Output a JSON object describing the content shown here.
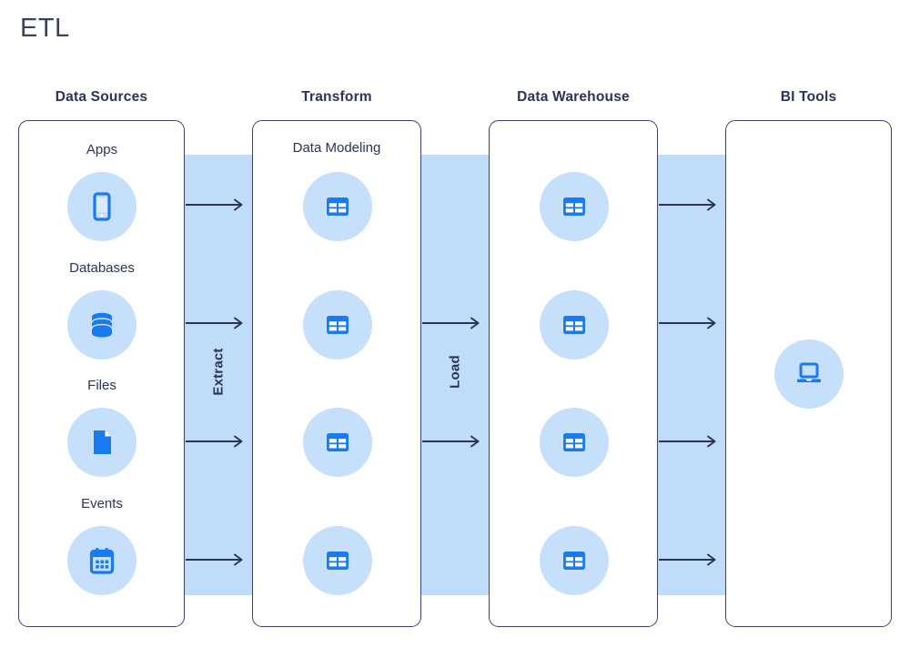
{
  "title": "ETL",
  "theme": {
    "band_blue": "#bfdcfb",
    "bubble_blue": "#c6e0fb",
    "icon_blue": "#1a7af0",
    "outline_navy": "#3a4268",
    "text_navy": "#2b3356",
    "title_gray": "#3c4257",
    "background": "#ffffff"
  },
  "columns": [
    {
      "header": "Data Sources",
      "card_title": null,
      "nodes": [
        {
          "label": "Apps",
          "icon": "mobile-phone-icon"
        },
        {
          "label": "Databases",
          "icon": "database-icon"
        },
        {
          "label": "Files",
          "icon": "file-document-icon"
        },
        {
          "label": "Events",
          "icon": "calendar-icon"
        }
      ]
    },
    {
      "header": "Transform",
      "card_title": "Data Modeling",
      "nodes": [
        {
          "label": "",
          "icon": "table-grid-icon"
        },
        {
          "label": "",
          "icon": "table-grid-icon"
        },
        {
          "label": "",
          "icon": "table-grid-icon"
        },
        {
          "label": "",
          "icon": "table-grid-icon"
        }
      ]
    },
    {
      "header": "Data Warehouse",
      "card_title": null,
      "nodes": [
        {
          "label": "",
          "icon": "table-grid-icon"
        },
        {
          "label": "",
          "icon": "table-grid-icon"
        },
        {
          "label": "",
          "icon": "table-grid-icon"
        },
        {
          "label": "",
          "icon": "table-grid-icon"
        }
      ]
    },
    {
      "header": "BI Tools",
      "card_title": null,
      "nodes": [
        {
          "label": "",
          "icon": "laptop-icon"
        }
      ]
    }
  ],
  "bands": [
    {
      "label": "Extract",
      "arrows": 4
    },
    {
      "label": "Load",
      "arrows": 2
    },
    {
      "label": "",
      "arrows": 4
    }
  ]
}
